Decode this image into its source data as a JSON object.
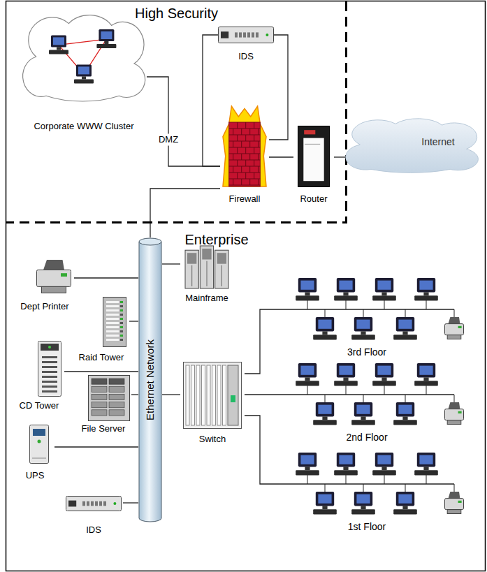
{
  "diagram": {
    "nodes": [
      {
        "text": [
          "High Security"
        ]
      },
      {
        "text": [
          "Corporate WWW Cluster"
        ],
        "in": 0
      },
      {
        "text": [
          "IDS"
        ],
        "in": 0
      },
      {
        "text": [
          "Firewall"
        ],
        "in": 0
      },
      {
        "text": [
          "Router"
        ],
        "in": 0
      },
      {
        "text": [
          "Internet"
        ]
      },
      {
        "text": [
          "Enterprise"
        ]
      },
      {
        "text": [
          "Ethernet Network"
        ],
        "in": 6
      },
      {
        "text": [
          "Dept Printer"
        ],
        "in": 6
      },
      {
        "text": [
          "Mainframe"
        ],
        "in": 6
      },
      {
        "text": [
          "Raid Tower"
        ],
        "in": 6
      },
      {
        "text": [
          "CD Tower"
        ],
        "in": 6
      },
      {
        "text": [
          "File Server"
        ],
        "in": 6
      },
      {
        "text": [
          "UPS"
        ],
        "in": 6
      },
      {
        "text": [
          "IDS"
        ],
        "in": 6
      },
      {
        "text": [
          "Switch"
        ],
        "in": 6
      },
      {
        "text": [
          "3rd Floor"
        ],
        "in": 6
      },
      {
        "text": [
          "2nd Floor"
        ],
        "in": 6
      },
      {
        "text": [
          "1st Floor"
        ],
        "in": 6
      }
    ],
    "edges": [
      {
        "from": 1,
        "to": 3,
        "label": "DMZ",
        "arrow": "none"
      },
      {
        "from": 2,
        "to": 3,
        "arrow": "none"
      },
      {
        "from": 2,
        "to": 3,
        "arrow": "none"
      },
      {
        "from": 3,
        "to": 4,
        "arrow": "none"
      },
      {
        "from": 4,
        "to": 5,
        "arrow": "none"
      },
      {
        "from": 3,
        "to": 7,
        "arrow": "none"
      },
      {
        "from": 7,
        "to": 8,
        "arrow": "none"
      },
      {
        "from": 7,
        "to": 9,
        "arrow": "none"
      },
      {
        "from": 7,
        "to": 10,
        "arrow": "none"
      },
      {
        "from": 7,
        "to": 11,
        "arrow": "none"
      },
      {
        "from": 7,
        "to": 12,
        "arrow": "none"
      },
      {
        "from": 7,
        "to": 13,
        "arrow": "none"
      },
      {
        "from": 7,
        "to": 14,
        "arrow": "none"
      },
      {
        "from": 7,
        "to": 15,
        "arrow": "none"
      },
      {
        "from": 15,
        "to": 16,
        "arrow": "none"
      },
      {
        "from": 15,
        "to": 17,
        "arrow": "none"
      },
      {
        "from": 15,
        "to": 18,
        "arrow": "none"
      }
    ]
  }
}
